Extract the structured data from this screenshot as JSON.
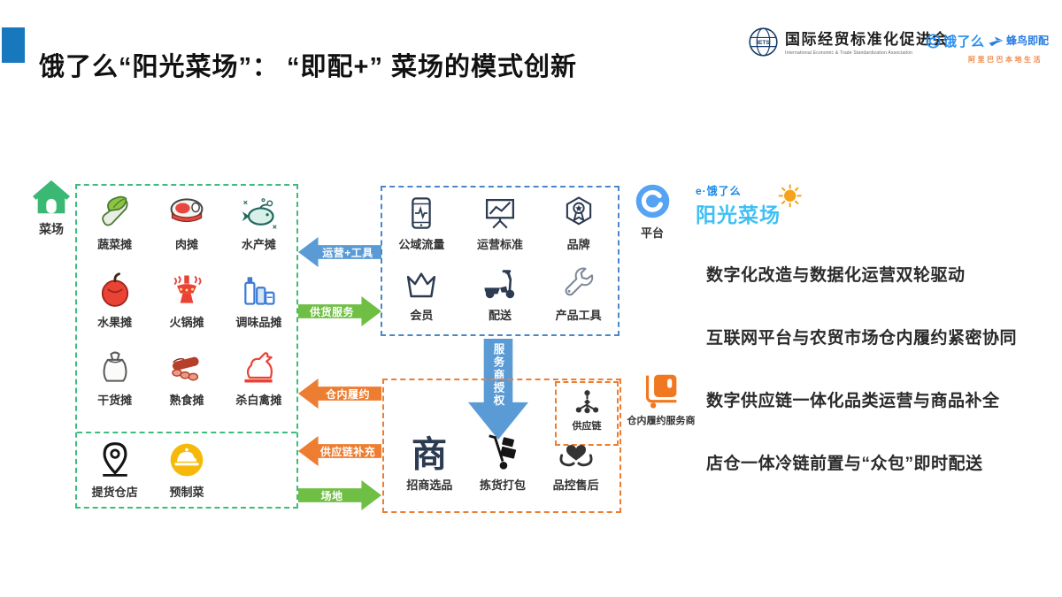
{
  "header": {
    "title": "饿了么“阳光菜场”： “即配+” 菜场的模式创新",
    "iets": {
      "icon": "globe",
      "name_cn": "国际经贸标准化促进会",
      "name_en": "International Economic & Trade Standardization Association"
    },
    "eleme": {
      "icon": "eleme-e",
      "label": "饿了么"
    },
    "fengniao": {
      "icon": "hummingbird",
      "label": "蜂鸟即配"
    },
    "slogan": "阿里巴巴本地生活"
  },
  "market": {
    "tag": {
      "icon": "green-house",
      "label": "菜场"
    },
    "stalls": [
      {
        "icon": "vegetable",
        "label": "蔬菜摊"
      },
      {
        "icon": "meat",
        "label": "肉摊"
      },
      {
        "icon": "seafood",
        "label": "水产摊"
      },
      {
        "icon": "fruit",
        "label": "水果摊"
      },
      {
        "icon": "hotpot",
        "label": "火锅摊"
      },
      {
        "icon": "condiment",
        "label": "调味品摊"
      },
      {
        "icon": "dry-goods",
        "label": "干货摊"
      },
      {
        "icon": "cooked-food",
        "label": "熟食摊"
      },
      {
        "icon": "poultry",
        "label": "杀白禽摊"
      }
    ],
    "extensions": [
      {
        "icon": "location-pin",
        "label": "提货仓店"
      },
      {
        "icon": "cloche",
        "label": "预制菜"
      }
    ]
  },
  "platform": {
    "tag": {
      "icon": "eleme-circle",
      "label": "平台"
    },
    "items": [
      {
        "icon": "phone",
        "label": "公域流量"
      },
      {
        "icon": "chart-board",
        "label": "运营标准"
      },
      {
        "icon": "badge",
        "label": "品牌"
      },
      {
        "icon": "crown",
        "label": "会员"
      },
      {
        "icon": "scooter",
        "label": "配送"
      },
      {
        "icon": "wrench",
        "label": "产品工具"
      }
    ],
    "brand": {
      "eleme": "e·饿了么",
      "name": "阳光菜场",
      "icon": "sun"
    }
  },
  "flows": {
    "market_platform": [
      {
        "label": "运营+工具",
        "direction": "left",
        "color": "#5b9bd5"
      },
      {
        "label": "供货服务",
        "direction": "right",
        "color": "#6fbf45"
      },
      {
        "label": "仓内履约",
        "direction": "left",
        "color": "#ed7d31"
      },
      {
        "label": "供应链补充",
        "direction": "left",
        "color": "#ed7d31"
      },
      {
        "label": "场地",
        "direction": "right",
        "color": "#6fbf45"
      }
    ],
    "authorization": {
      "label": "服务商授权",
      "color": "#5b9bd5"
    }
  },
  "service_provider": {
    "supply_chain": {
      "icon": "network",
      "label": "供应链"
    },
    "items": [
      {
        "icon": "shang",
        "label": "招商选品"
      },
      {
        "icon": "hand-truck",
        "label": "拣货打包"
      },
      {
        "icon": "heart-hands",
        "label": "品控售后"
      }
    ],
    "tag": {
      "icon": "warehouse-cart",
      "label": "仓内履约服务商"
    }
  },
  "bullets": [
    "数字化改造与数据化运营双轮驱动",
    "互联网平台与农贸市场仓内履约紧密协同",
    "数字供应链一体化品类运营与商品补全",
    "店仓一体冷链前置与“众包”即时配送"
  ],
  "colors": {
    "title_accent": "#1878be",
    "market_border": "#3dbd7d",
    "platform_border": "#4a86c8",
    "service_border": "#ed7d31",
    "arrow_blue": "#5b9bd5",
    "arrow_green": "#6fbf45",
    "arrow_orange": "#ed7d31"
  }
}
